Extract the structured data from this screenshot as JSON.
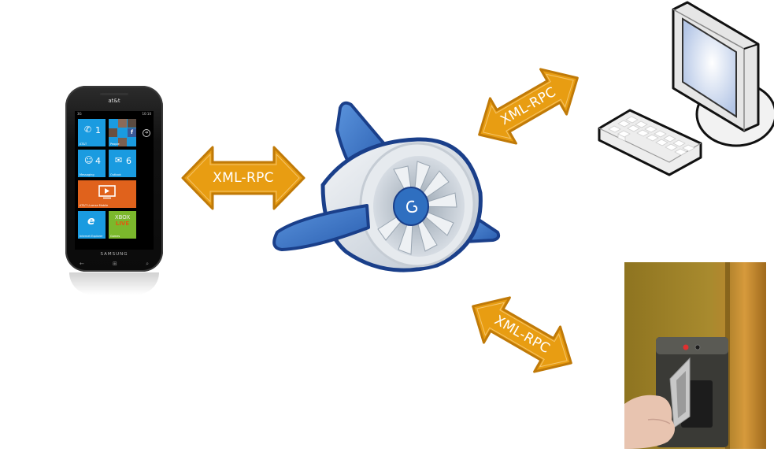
{
  "diagram": {
    "title": "Mobile and client devices communicating with Google App Engine via XML-RPC",
    "nodes": {
      "phone": {
        "name": "Samsung Windows Phone",
        "carrier": "at&t",
        "brand": "SAMSUNG",
        "status_left": "3G",
        "status_right": "10:10",
        "tiles": [
          {
            "label": "AT&T",
            "count": "1",
            "icon": "phone-icon"
          },
          {
            "label": "People",
            "count": "",
            "icon": "people-icon"
          },
          {
            "label": "Messaging",
            "count": "4",
            "icon": "messaging-icon"
          },
          {
            "label": "Outlook",
            "count": "6",
            "icon": "outlook-icon"
          },
          {
            "label": "AT&T U-verse Mobile",
            "count": "",
            "icon": "tv-play-icon"
          },
          {
            "label": "Internet Explorer",
            "count": "",
            "icon": "ie-icon"
          },
          {
            "label": "Games",
            "count": "",
            "icon": "xbox-live-icon",
            "text_top": "XBOX",
            "text_bottom": "LIVE"
          }
        ],
        "nav": {
          "back": "←",
          "home": "⊞",
          "search": "⌕"
        }
      },
      "server": {
        "name": "Google App Engine",
        "icon": "app-engine-icon"
      },
      "computer": {
        "name": "Desktop computer",
        "icon": "desktop-computer-icon"
      },
      "card_reader": {
        "name": "Card reader door lock",
        "icon": "card-reader-photo"
      }
    },
    "connections": [
      {
        "from": "phone",
        "to": "server",
        "label": "XML-RPC",
        "bidirectional": true
      },
      {
        "from": "server",
        "to": "computer",
        "label": "XML-RPC",
        "bidirectional": true
      },
      {
        "from": "server",
        "to": "card_reader",
        "label": "XML-RPC",
        "bidirectional": true
      }
    ]
  },
  "colors": {
    "arrow_fill": "#e89d12",
    "arrow_border": "#c07a08",
    "tile_blue": "#1a9be0",
    "tile_orange": "#e0621c",
    "tile_green": "#7bb82c",
    "engine_blue": "#2f6fc0",
    "engine_outline": "#1a3f8a"
  }
}
